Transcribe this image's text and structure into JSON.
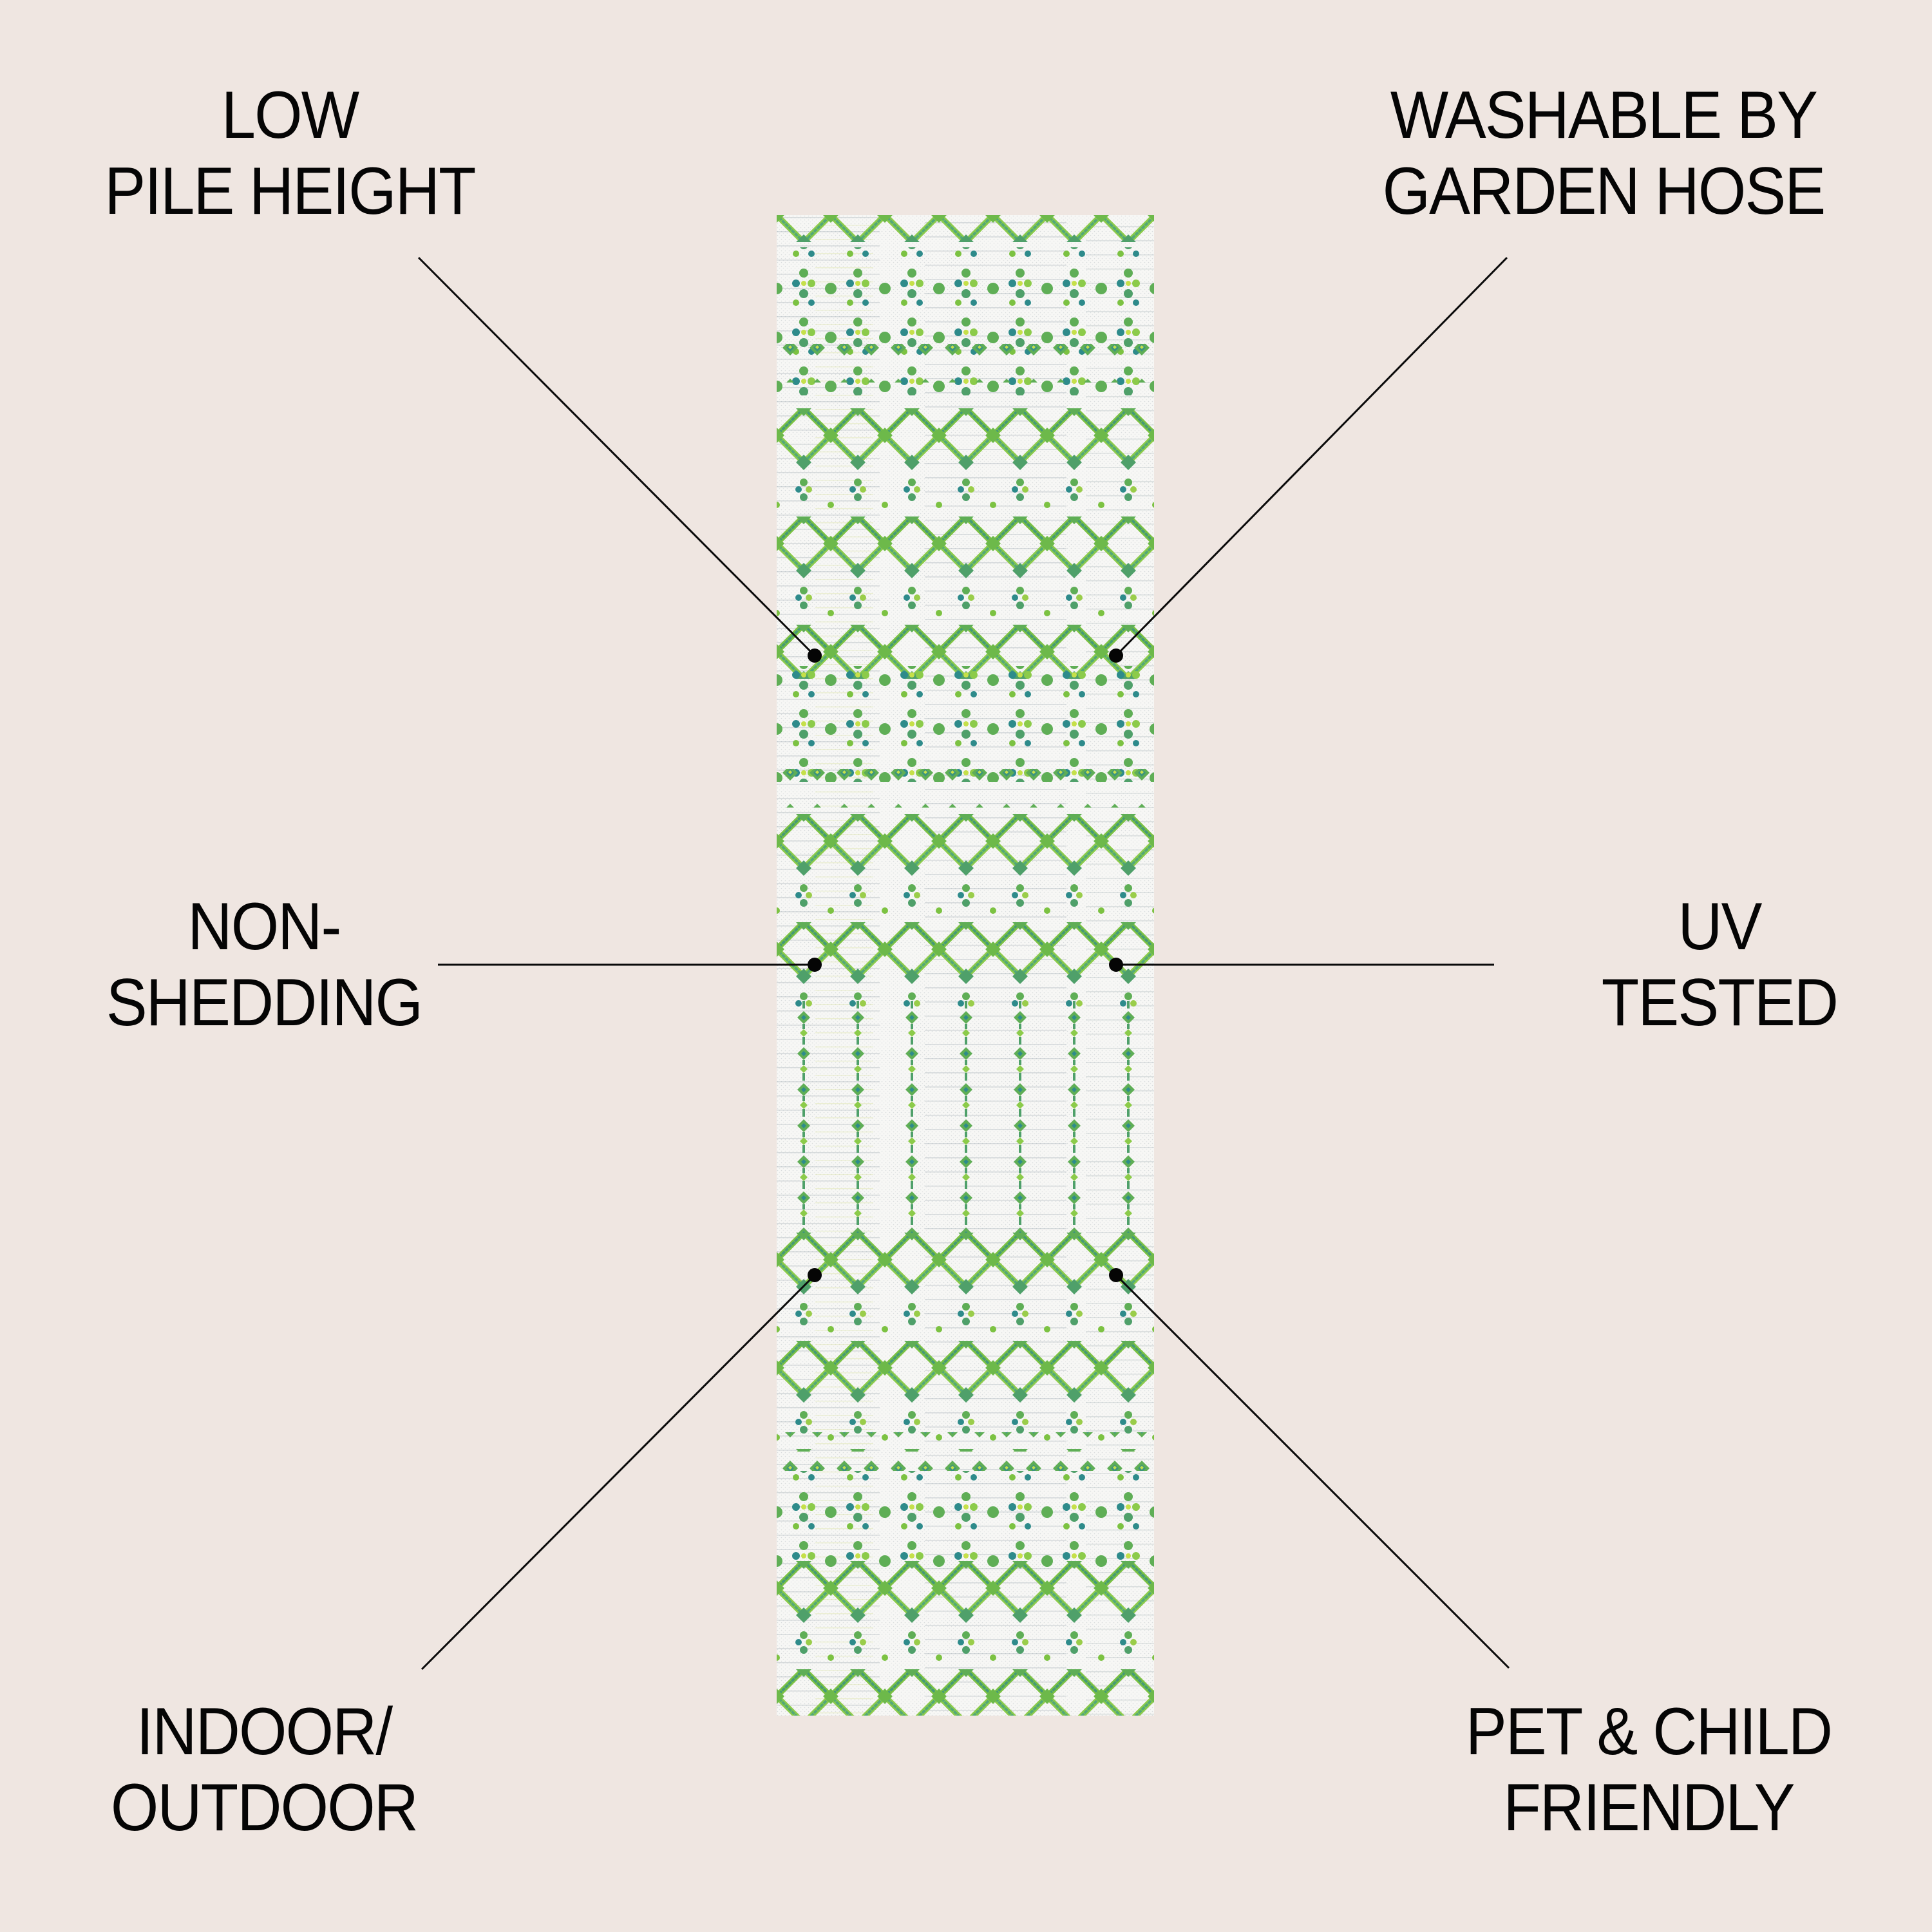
{
  "background_color": "#EFE6E1",
  "text_color": "#050505",
  "product": {
    "type": "runner rug",
    "pattern": "geometric trellis / diamond lattice",
    "colors": {
      "base": "#F6F6F4",
      "green": "#7CC242",
      "lime": "#C6E04A",
      "teal": "#2E8B8B",
      "blue_grey": "#8A9BA8"
    }
  },
  "features": {
    "top_left": {
      "line1": "LOW",
      "line2": "PILE HEIGHT"
    },
    "top_right": {
      "line1": "WASHABLE BY",
      "line2": "GARDEN HOSE"
    },
    "middle_left": {
      "line1": "NON-",
      "line2": "SHEDDING"
    },
    "middle_right": {
      "line1": "UV",
      "line2": "TESTED"
    },
    "bottom_left": {
      "line1": "INDOOR/",
      "line2": "OUTDOOR"
    },
    "bottom_right": {
      "line1": "PET & CHILD",
      "line2": "FRIENDLY"
    }
  },
  "callouts": [
    {
      "name": "low-pile-height",
      "dot": [
        1265,
        1018
      ],
      "end": [
        650,
        400
      ]
    },
    {
      "name": "washable-by-garden-hose",
      "dot": [
        1733,
        1018
      ],
      "end": [
        2340,
        400
      ]
    },
    {
      "name": "non-shedding",
      "dot": [
        1265,
        1498
      ],
      "end": [
        680,
        1498
      ]
    },
    {
      "name": "uv-tested",
      "dot": [
        1733,
        1498
      ],
      "end": [
        2320,
        1498
      ]
    },
    {
      "name": "indoor-outdoor",
      "dot": [
        1265,
        1980
      ],
      "end": [
        655,
        2592
      ]
    },
    {
      "name": "pet-child-friendly",
      "dot": [
        1733,
        1980
      ],
      "end": [
        2343,
        2590
      ]
    }
  ]
}
